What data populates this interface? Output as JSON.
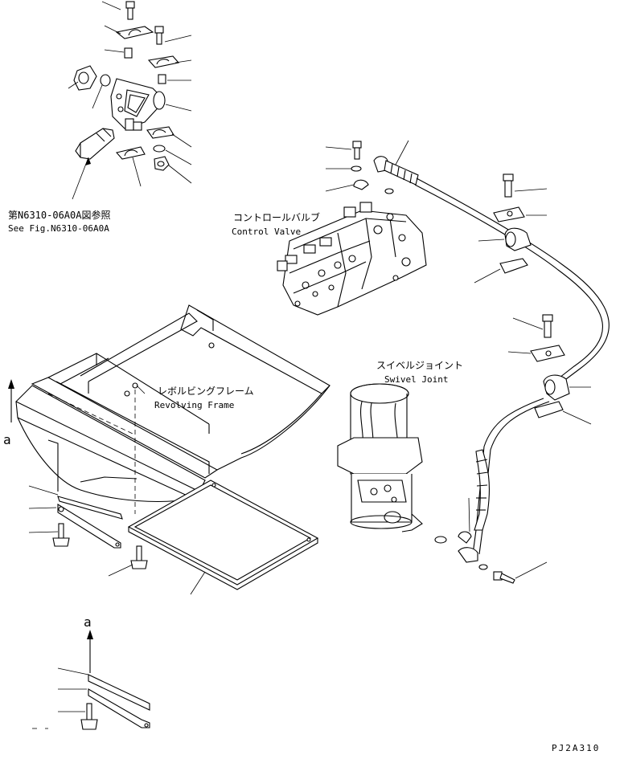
{
  "labels": {
    "control_valve_jp": "コントロールバルブ",
    "control_valve_en": "Control Valve",
    "swivel_joint_jp": "スイベルジョイント",
    "swivel_joint_en": "Swivel Joint",
    "revolving_frame_jp": "レボルビングフレーム",
    "revolving_frame_en": "Revolving Frame",
    "see_fig_jp": "第N6310-06A0A図参照",
    "see_fig_en": "See Fig.N6310-06A0A",
    "view_marker_top": "a",
    "view_marker_bottom": "a",
    "drawing_code": "PJ2A310"
  }
}
